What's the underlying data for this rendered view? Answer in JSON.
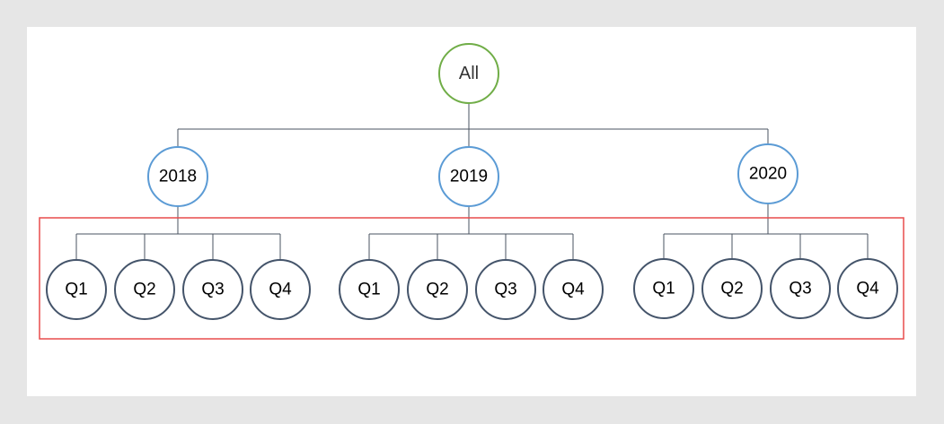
{
  "diagram": {
    "root": {
      "label": "All",
      "stroke": "#70ad47",
      "children": [
        {
          "label": "2018",
          "stroke": "#5b9bd5",
          "children": [
            {
              "label": "Q1"
            },
            {
              "label": "Q2"
            },
            {
              "label": "Q3"
            },
            {
              "label": "Q4"
            }
          ]
        },
        {
          "label": "2019",
          "stroke": "#5b9bd5",
          "children": [
            {
              "label": "Q1"
            },
            {
              "label": "Q2"
            },
            {
              "label": "Q3"
            },
            {
              "label": "Q4"
            }
          ]
        },
        {
          "label": "2020",
          "stroke": "#5b9bd5",
          "children": [
            {
              "label": "Q1"
            },
            {
              "label": "Q2"
            },
            {
              "label": "Q3"
            },
            {
              "label": "Q4"
            }
          ]
        }
      ]
    },
    "leaf_stroke": "#44546a",
    "highlight_stroke": "#e84c4c"
  }
}
